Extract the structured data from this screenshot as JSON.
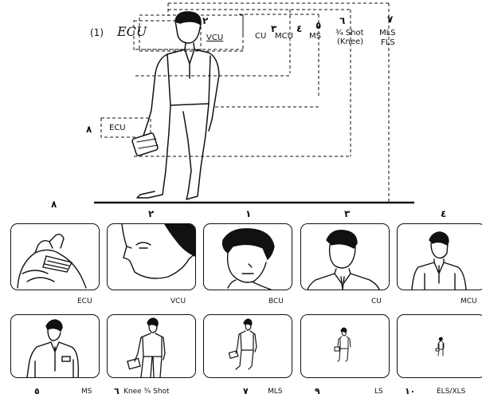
{
  "diagram": {
    "figure_number": "(1)",
    "handwritten": "ECU",
    "top_labels": {
      "vcu": "VCU",
      "cu": "CU",
      "mcu": "MCU",
      "ms": "MS",
      "knee_line1": "¾ Shot",
      "knee_line2": "(Knee)",
      "mls": "MLS",
      "fls": "FLS",
      "ecu_side": "ECU"
    },
    "numerals": {
      "n2": "٢",
      "n3": "٣",
      "n4": "٤",
      "n5": "٥",
      "n6": "٦",
      "n7": "٧",
      "n8": "٨"
    }
  },
  "frames_top_numerals": [
    "٨",
    "٢",
    "١",
    "٣",
    "٤"
  ],
  "frames": [
    {
      "caption": "ECU"
    },
    {
      "caption": "VCU"
    },
    {
      "caption": "BCU"
    },
    {
      "caption": "CU"
    },
    {
      "caption": "MCU"
    },
    {
      "num": "٥",
      "caption": "MS"
    },
    {
      "num": "٦",
      "caption": "Knee ¾ Shot"
    },
    {
      "num": "٧",
      "caption": "MLS"
    },
    {
      "num": "٩",
      "caption": "LS"
    },
    {
      "num": "١٠",
      "caption": "ELS/XLS"
    }
  ]
}
